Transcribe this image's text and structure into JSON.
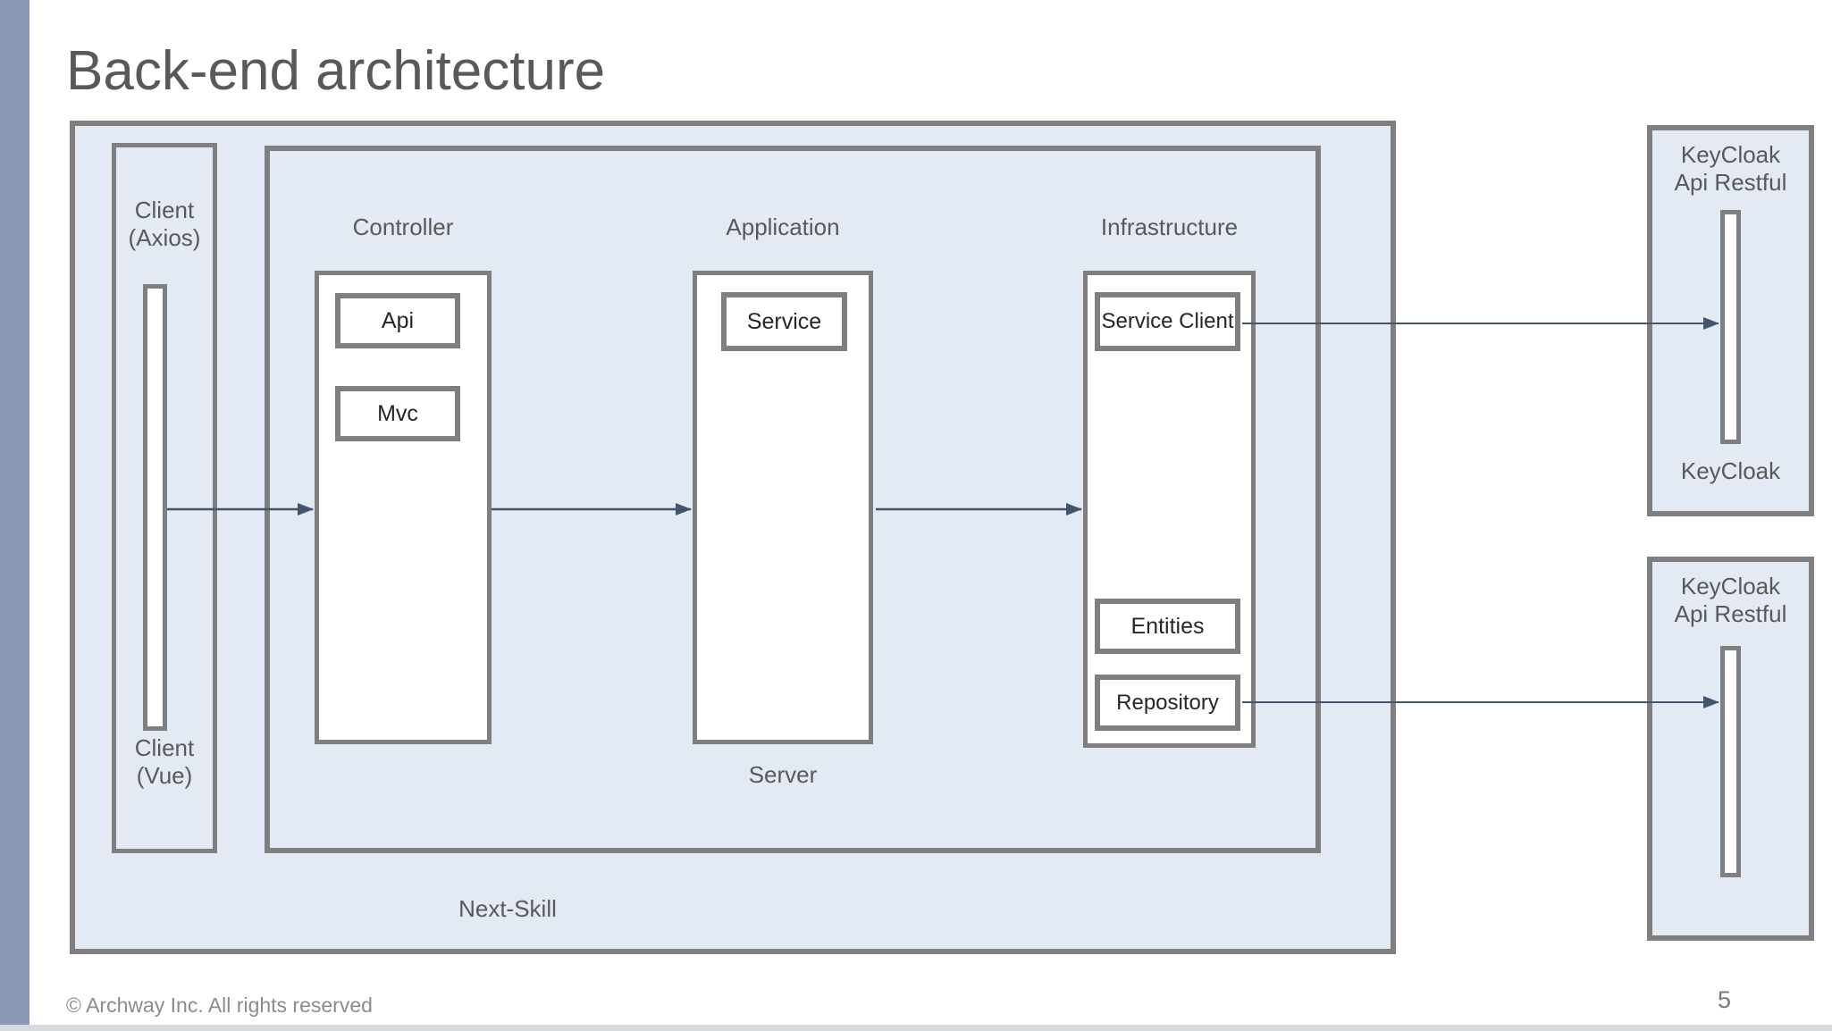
{
  "slide": {
    "title": "Back-end architecture",
    "footer": "© Archway Inc. All rights reserved",
    "page_number": "5"
  },
  "colors": {
    "accent_strip": "#8b98b3",
    "panel_fill": "#e3eaf3",
    "panel_border": "#7f7f7f",
    "arrow": "#44546a",
    "label_text": "#595959",
    "box_text": "#262626",
    "footer_text": "#8c8c8c"
  },
  "diagram": {
    "outer_box_label": "Next-Skill",
    "client_box": {
      "top_label": [
        "Client",
        "(Axios)"
      ],
      "bottom_label": [
        "Client",
        "(Vue)"
      ]
    },
    "server_box": {
      "label": "Server",
      "columns": [
        {
          "label": "Controller",
          "boxes": [
            "Api",
            "Mvc"
          ]
        },
        {
          "label": "Application",
          "boxes": [
            "Service"
          ]
        },
        {
          "label": "Infrastructure",
          "boxes": [
            "Service Client",
            "Entities",
            "Repository"
          ]
        }
      ]
    },
    "keycloak_boxes": [
      {
        "title": [
          "KeyCloak",
          "Api Restful"
        ],
        "bottom_label": "KeyCloak"
      },
      {
        "title": [
          "KeyCloak",
          "Api Restful"
        ]
      }
    ],
    "connections": [
      {
        "name": "client-to-controller"
      },
      {
        "name": "controller-to-application"
      },
      {
        "name": "application-to-infrastructure"
      },
      {
        "name": "service-client-to-keycloak-api-1"
      },
      {
        "name": "repository-to-keycloak-api-2"
      }
    ]
  }
}
